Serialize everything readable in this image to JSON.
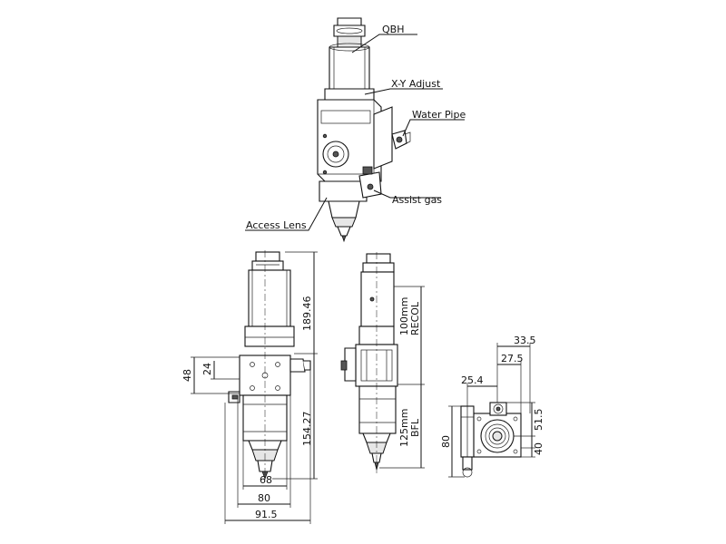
{
  "callouts": {
    "qbh": "QBH",
    "xy_adjust": "X-Y Adjust",
    "water_pipe": "Water Pipe",
    "assist_gas": "Assist gas",
    "access_lens": "Access Lens"
  },
  "front_view": {
    "dim_48": "48",
    "dim_24": "24",
    "dim_189_46": "189.46",
    "dim_154_27": "154.27",
    "dim_68": "68",
    "dim_80": "80",
    "dim_91_5": "91.5"
  },
  "side_view": {
    "dim_recol": "100mm\nRECOL",
    "dim_bfl": "125mm\nBFL",
    "recol_line1": "100mm",
    "recol_line2": "RECOL",
    "bfl_line1": "125mm",
    "bfl_line2": "BFL"
  },
  "top_view": {
    "dim_33_5": "33.5",
    "dim_27_5": "27.5",
    "dim_25_4": "25.4",
    "dim_51_5": "51.5",
    "dim_40": "40",
    "dim_80": "80"
  }
}
